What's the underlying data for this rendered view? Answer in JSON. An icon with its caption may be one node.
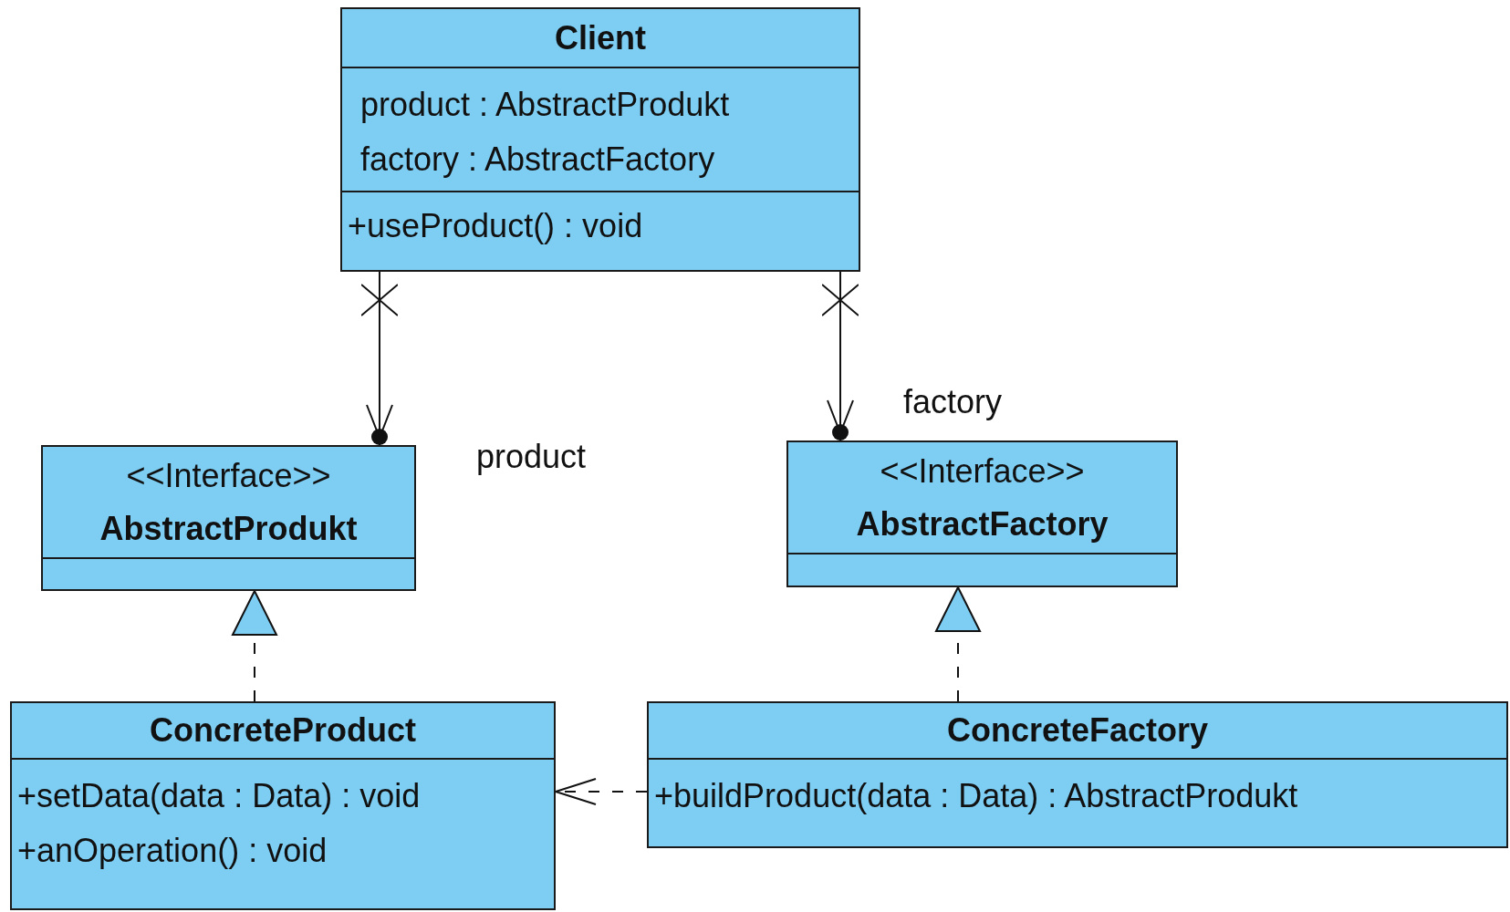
{
  "diagram": {
    "nodes": [
      {
        "text": [
          "Client",
          "product : AbstractProdukt",
          "factory : AbstractFactory",
          "+useProduct() : void"
        ]
      },
      {
        "text": [
          "<<Interface>>",
          "AbstractProdukt"
        ]
      },
      {
        "text": [
          "<<Interface>>",
          "AbstractFactory"
        ]
      },
      {
        "text": [
          "ConcreteProduct",
          "+setData(data : Data) : void",
          "+anOperation() : void"
        ]
      },
      {
        "text": [
          "ConcreteFactory",
          "+buildProduct(data : Data) : AbstractProdukt"
        ]
      }
    ],
    "edges": [
      {
        "from": 0,
        "to": 1,
        "arrow": "to",
        "label": "product"
      },
      {
        "from": 0,
        "to": 2,
        "arrow": "to",
        "label": "factory"
      },
      {
        "from": 3,
        "to": 1,
        "arrow": "to",
        "style": "dashed"
      },
      {
        "from": 4,
        "to": 2,
        "arrow": "to",
        "style": "dashed"
      },
      {
        "from": 4,
        "to": 3,
        "arrow": "to",
        "style": "dashed"
      }
    ]
  }
}
